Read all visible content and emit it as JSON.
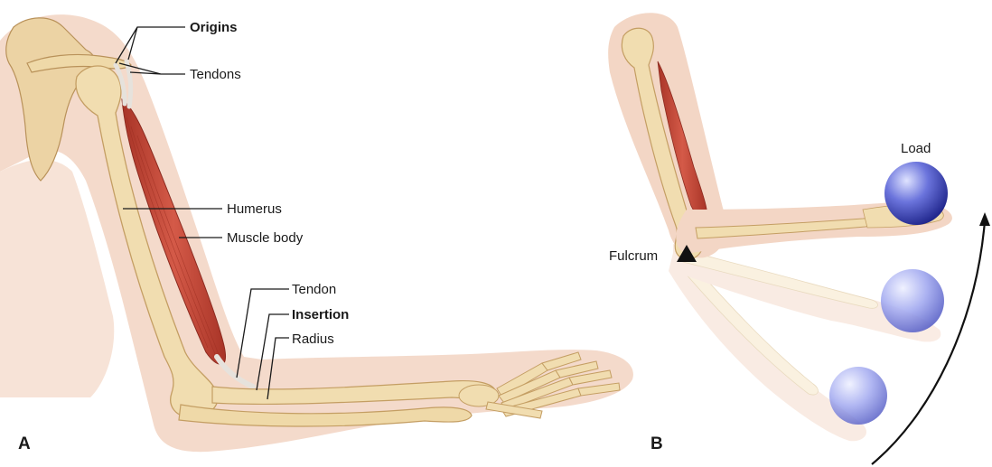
{
  "panel_a": {
    "letter": "A",
    "labels": {
      "origins": "Origins",
      "tendons": "Tendons",
      "humerus": "Humerus",
      "muscle_body": "Muscle body",
      "tendon": "Tendon",
      "insertion": "Insertion",
      "radius": "Radius"
    }
  },
  "panel_b": {
    "letter": "B",
    "labels": {
      "load": "Load",
      "fulcrum": "Fulcrum"
    }
  },
  "colors": {
    "skin": "#f2d2bf",
    "bone": "#f1ddb0",
    "bone_outline": "#c9a46b",
    "muscle": "#c4493a",
    "tendon": "#e6e2dc",
    "ball": "#3a43b8",
    "fulcrum": "#111111",
    "arrow": "#111111"
  }
}
